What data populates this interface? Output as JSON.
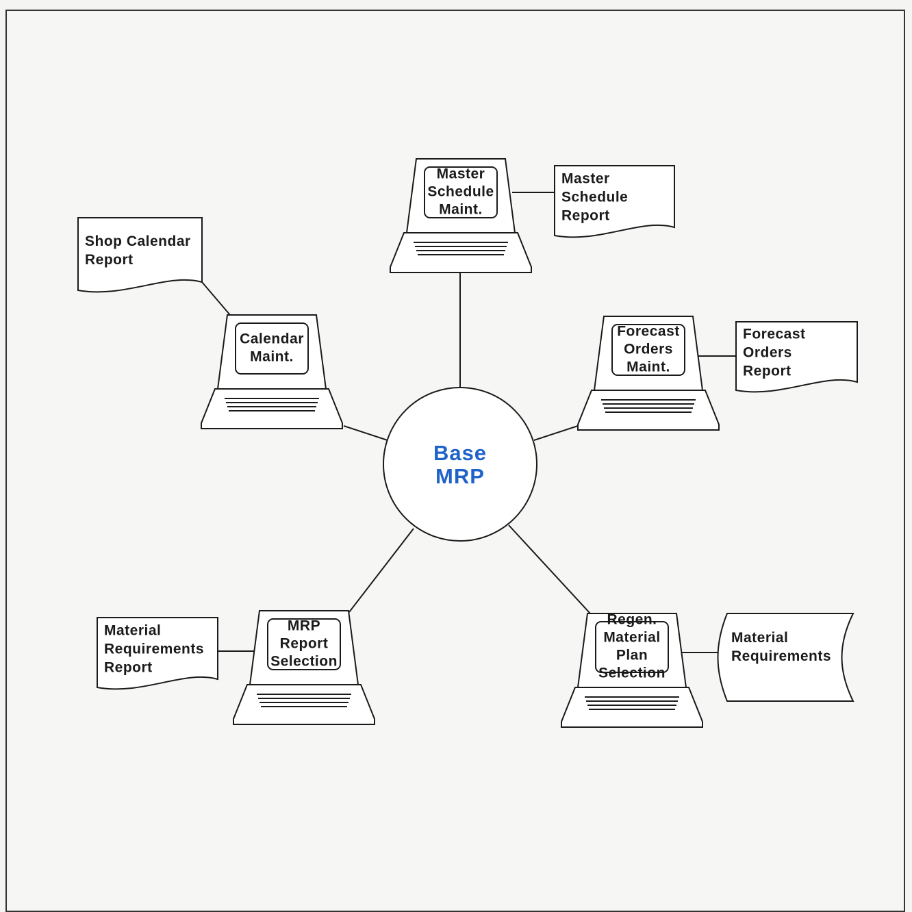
{
  "hub": {
    "lines": [
      "Base",
      "MRP"
    ],
    "color": "#1f63c9"
  },
  "terminals": [
    {
      "id": "master-schedule-maint",
      "lines": [
        "Master",
        "Schedule",
        "Maint."
      ]
    },
    {
      "id": "calendar-maint",
      "lines": [
        "Calendar",
        "Maint."
      ]
    },
    {
      "id": "forecast-orders-maint",
      "lines": [
        "Forecast",
        "Orders",
        "Maint."
      ]
    },
    {
      "id": "mrp-report-selection",
      "lines": [
        "MRP",
        "Report",
        "Selection"
      ]
    },
    {
      "id": "regen-material-plan-selection",
      "lines": [
        "Regen.",
        "Material",
        "Plan",
        "Selection"
      ]
    }
  ],
  "reports": [
    {
      "id": "master-schedule-report",
      "lines": [
        "Master",
        "Schedule",
        "Report"
      ]
    },
    {
      "id": "shop-calendar-report",
      "lines": [
        "Shop Calendar",
        "Report"
      ]
    },
    {
      "id": "forecast-orders-report",
      "lines": [
        "Forecast",
        "Orders",
        "Report"
      ]
    },
    {
      "id": "material-requirements-report",
      "lines": [
        "Material",
        "Requirements",
        "Report"
      ]
    }
  ],
  "storage": [
    {
      "id": "material-requirements-file",
      "lines": [
        "Material",
        "Requirements"
      ]
    }
  ],
  "connections": [
    [
      "hub",
      "master-schedule-maint"
    ],
    [
      "hub",
      "calendar-maint"
    ],
    [
      "hub",
      "forecast-orders-maint"
    ],
    [
      "hub",
      "mrp-report-selection"
    ],
    [
      "hub",
      "regen-material-plan-selection"
    ],
    [
      "master-schedule-maint",
      "master-schedule-report"
    ],
    [
      "calendar-maint",
      "shop-calendar-report"
    ],
    [
      "forecast-orders-maint",
      "forecast-orders-report"
    ],
    [
      "mrp-report-selection",
      "material-requirements-report"
    ],
    [
      "regen-material-plan-selection",
      "material-requirements-file"
    ]
  ]
}
